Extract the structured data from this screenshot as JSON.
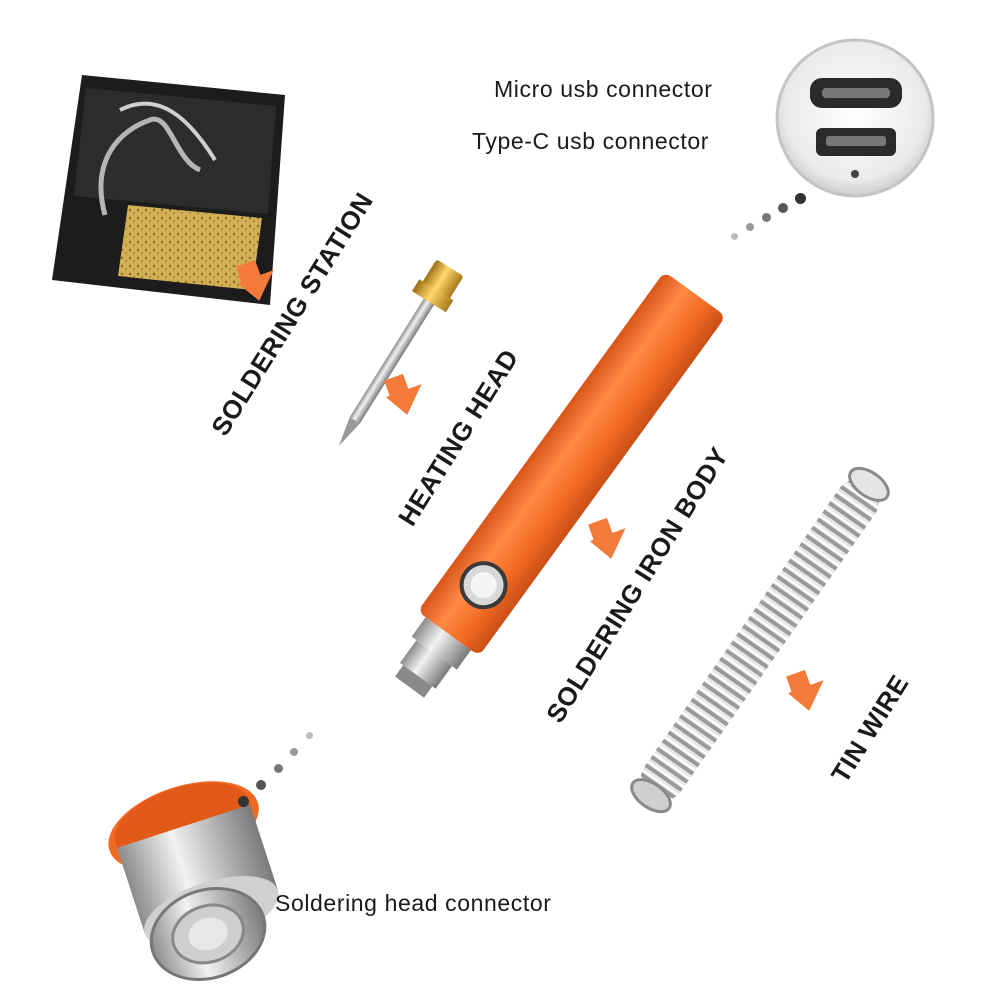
{
  "labels": {
    "micro_usb": "Micro usb connector",
    "type_c_usb": "Type-C usb connector",
    "soldering_station": "SOLDERING STATION",
    "heating_head": "HEATING HEAD",
    "iron_body": "SOLDERING IRON BODY",
    "tin_wire": "TIN WIRE",
    "head_connector": "Soldering head connector"
  },
  "colors": {
    "accent_orange": "#f26a22",
    "arrow_orange": "#f47a3a",
    "text": "#1a1a1a",
    "metal": "#c9c9c9",
    "station_black": "#1c1c1c",
    "sponge": "#c9a24a"
  }
}
